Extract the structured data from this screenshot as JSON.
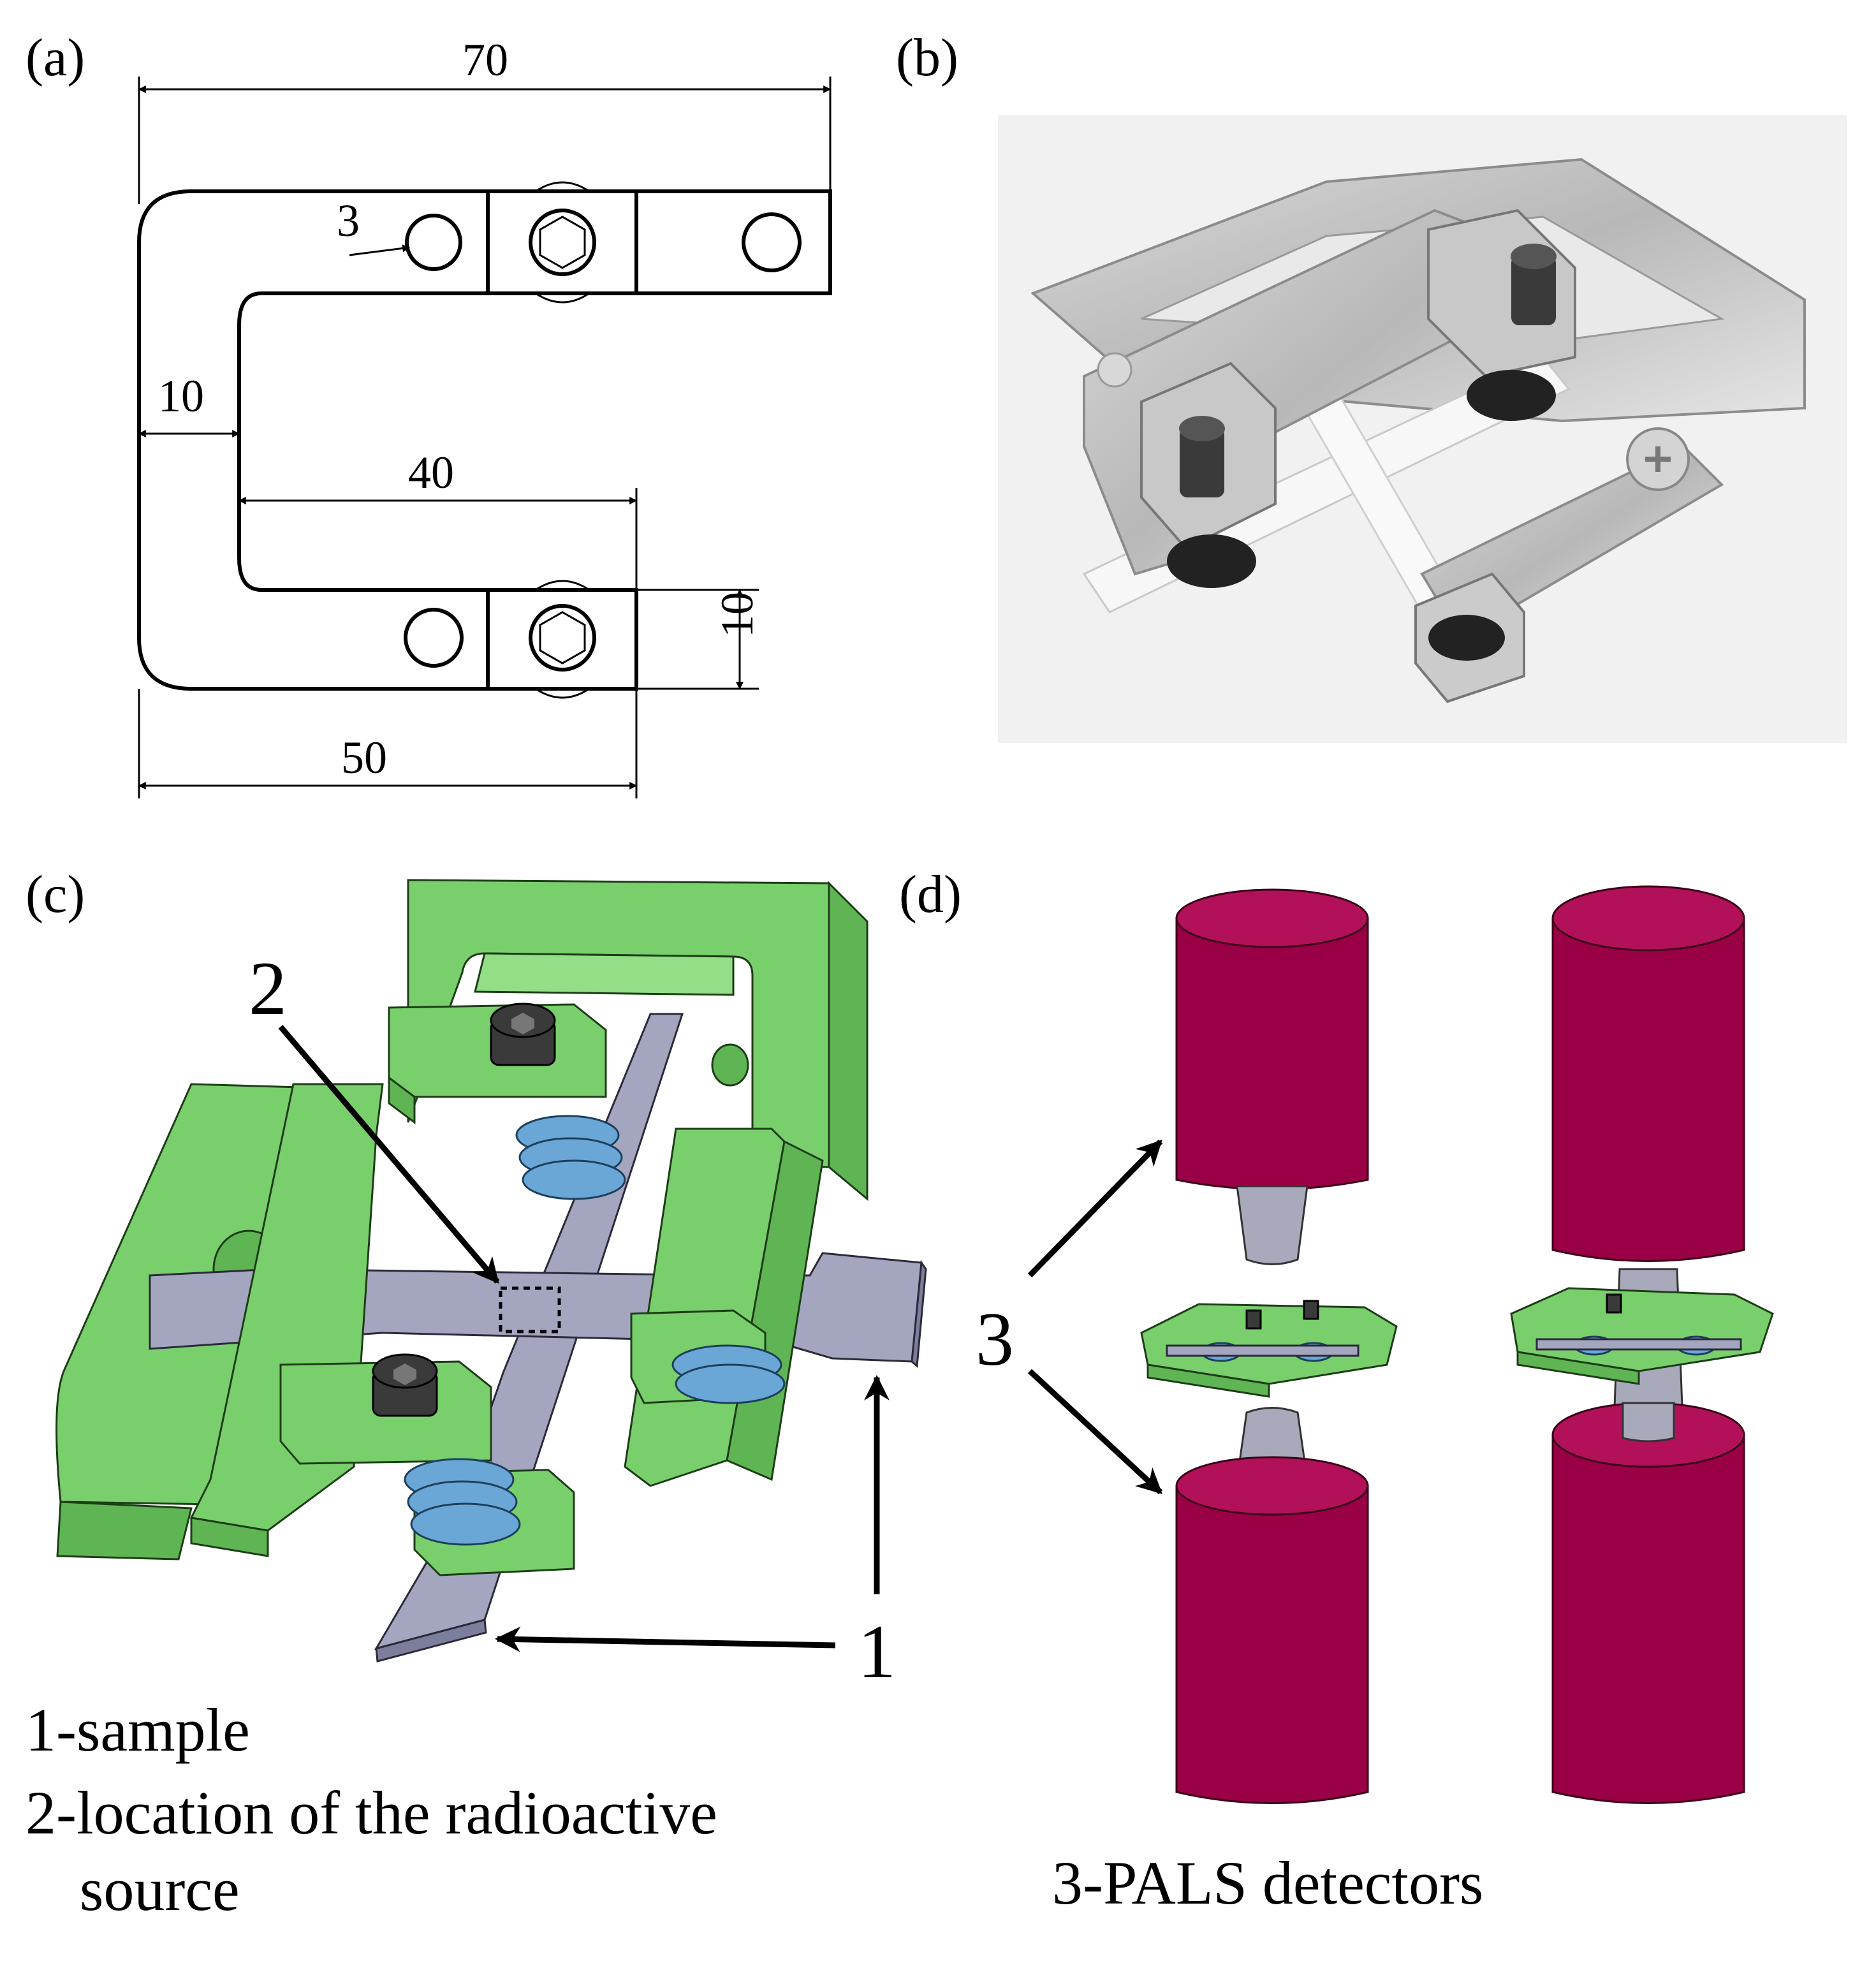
{
  "panels": {
    "a": {
      "label": "(a)"
    },
    "b": {
      "label": "(b)"
    },
    "c": {
      "label": "(c)"
    },
    "d": {
      "label": "(d)"
    }
  },
  "dimensions": {
    "overall_width": "70",
    "hole_diameter": "3",
    "arm_width": "10",
    "inner_width": "40",
    "end_height": "10",
    "lower_width": "50"
  },
  "callouts": {
    "sample": "1",
    "source": "2",
    "detectors": "3"
  },
  "legend": {
    "line1": "1-sample",
    "line2": "2-location of the radioactive",
    "line3": "source",
    "line4": "3-PALS detectors"
  },
  "colors": {
    "holder_green": "#79cf6c",
    "sample_gray": "#a4a6c0",
    "spring_blue": "#6aa7d6",
    "detector_red": "#9a0045",
    "photo_background": "#f1f1f1"
  }
}
